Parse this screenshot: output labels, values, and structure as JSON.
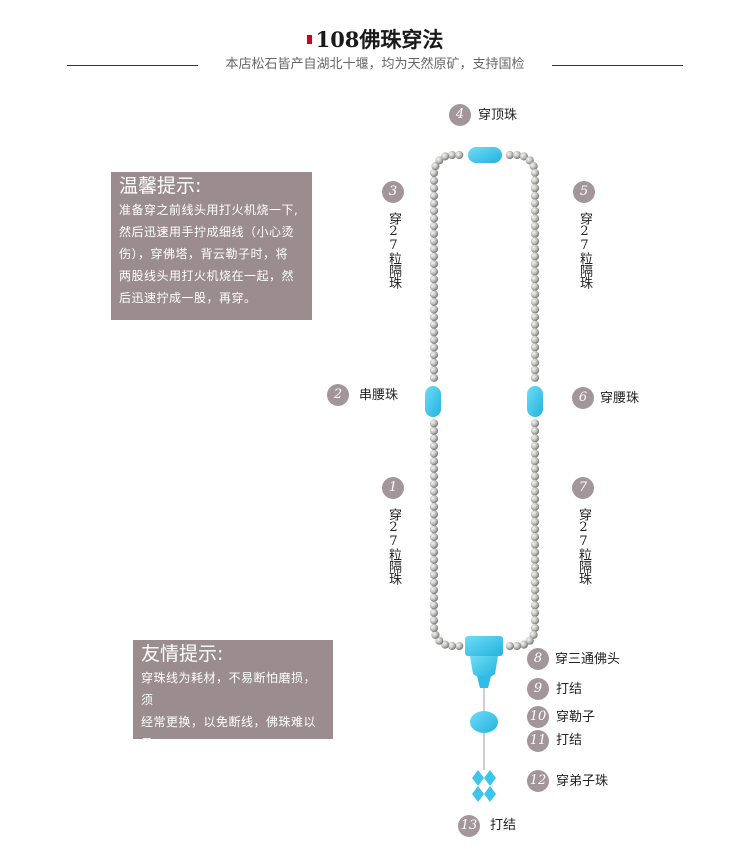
{
  "header": {
    "title": "108佛珠穿法",
    "subtitle": "本店松石皆产自湖北十堰，均为天然原矿，支持国检"
  },
  "tips": [
    {
      "title": "温馨提示:",
      "lines": [
        "准备穿之前线头用打火机烧一下,",
        "然后迅速用手拧成细线（小心烫",
        "伤），穿佛塔，背云勒子时，将",
        "两股线头用打火机烧在一起，然",
        "后迅速拧成一股，再穿。"
      ]
    },
    {
      "title": "友情提示:",
      "lines": [
        "穿珠线为耗材，不易断怕磨损，须",
        "经常更换，以免断线，佛珠难以寻",
        "找。"
      ]
    }
  ],
  "steps": [
    {
      "num": "1",
      "label": "穿27粒隔珠"
    },
    {
      "num": "2",
      "label": "串腰珠"
    },
    {
      "num": "3",
      "label": "穿27粒隔珠"
    },
    {
      "num": "4",
      "label": "穿顶珠"
    },
    {
      "num": "5",
      "label": "穿27粒隔珠"
    },
    {
      "num": "6",
      "label": "穿腰珠"
    },
    {
      "num": "7",
      "label": "穿27粒隔珠"
    },
    {
      "num": "8",
      "label": "穿三通佛头"
    },
    {
      "num": "9",
      "label": "打结"
    },
    {
      "num": "10",
      "label": "穿勒子"
    },
    {
      "num": "11",
      "label": "打结"
    },
    {
      "num": "12",
      "label": "穿弟子珠"
    },
    {
      "num": "13",
      "label": "打结"
    }
  ],
  "colors": {
    "turquoise": "#3fc5ea",
    "bead": "#c7c7c2",
    "badge": "#a3969a",
    "tip_bg": "#9a8c8f",
    "accent": "#d0021b"
  }
}
